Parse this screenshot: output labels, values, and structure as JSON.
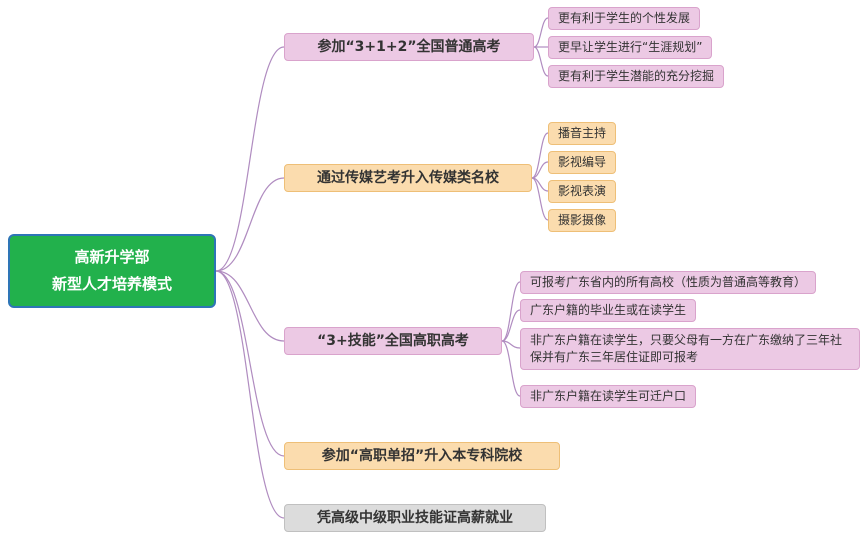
{
  "root": {
    "line1": "高新升学部",
    "line2": "新型人才培养模式"
  },
  "branches": [
    {
      "label": "参加“3+1+2”全国普通高考",
      "children": [
        {
          "label": "更有利于学生的个性发展"
        },
        {
          "label": "更早让学生进行“生涯规划”"
        },
        {
          "label": "更有利于学生潜能的充分挖掘"
        }
      ]
    },
    {
      "label": "通过传媒艺考升入传媒类名校",
      "children": [
        {
          "label": "播音主持"
        },
        {
          "label": "影视编导"
        },
        {
          "label": "影视表演"
        },
        {
          "label": "摄影摄像"
        }
      ]
    },
    {
      "label": "“3+技能”全国高职高考",
      "children": [
        {
          "label": "可报考广东省内的所有高校（性质为普通高等教育）"
        },
        {
          "label": "广东户籍的毕业生或在读学生"
        },
        {
          "label": "非广东户籍在读学生，只要父母有一方在广东缴纳了三年社保并有广东三年居住证即可报考"
        },
        {
          "label": "非广东户籍在读学生可迁户口"
        }
      ]
    },
    {
      "label": "参加“高职单招”升入本专科院校",
      "children": []
    },
    {
      "label": "凭高级中级职业技能证高薪就业",
      "children": []
    }
  ],
  "palette": {
    "root_fill": "#22b14c",
    "root_border": "#2e75b6",
    "root_text": "#ffffff",
    "pink_fill": "#ecc9e4",
    "pink_border": "#d9a3cc",
    "orange_fill": "#fbdcae",
    "orange_border": "#eebf77",
    "gray_fill": "#dcdcdc",
    "gray_border": "#c0c0c0",
    "connector": "#b08cc0"
  }
}
